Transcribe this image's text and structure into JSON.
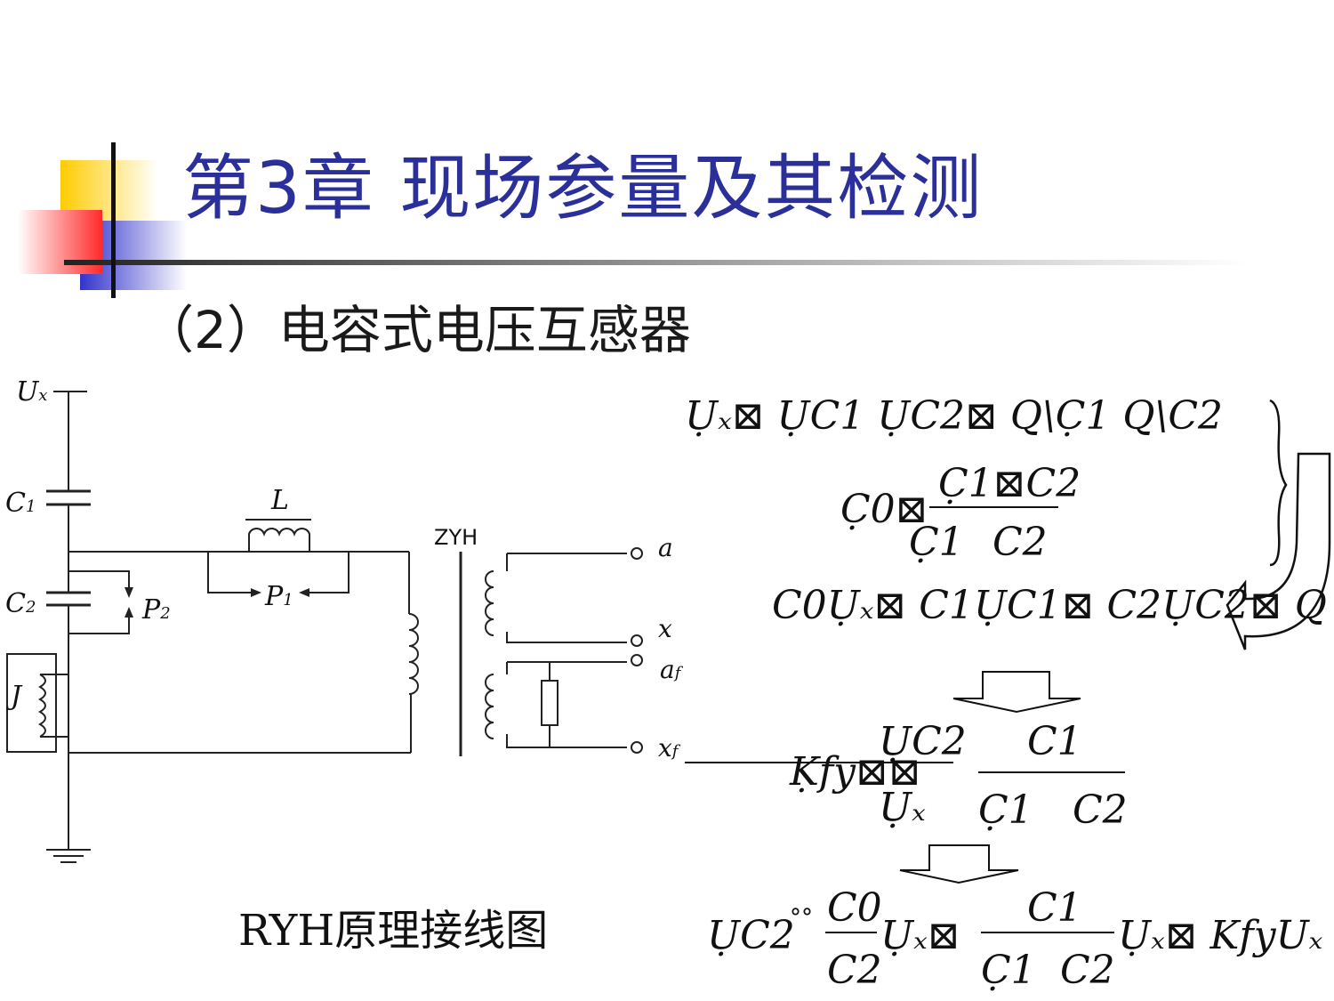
{
  "slide": {
    "title": "第3章  现场参量及其检测",
    "subtitle": "（2）电容式电压互感器",
    "caption": "RYH原理接线图",
    "accent_colors": {
      "yellow": "#ffcc00",
      "red": "#ff3333",
      "blue": "#3333cc",
      "title": "#2b2f9a"
    }
  },
  "circuit": {
    "ux": "U",
    "ux_sub": "x",
    "c1": "C",
    "c1_sub": "1",
    "c2": "C",
    "c2_sub": "2",
    "p2": "P",
    "p2_sub": "2",
    "p1": "P",
    "p1_sub": "1",
    "l": "L",
    "j": "J",
    "zyh": "ZYH",
    "t_a": "a",
    "t_x": "x",
    "t_af": "a",
    "t_af_sub": "f",
    "t_xf": "x",
    "t_xf_sub": "f"
  },
  "formulas": {
    "eq1": "Ụₓ⊠ ỤC1    ỤC2⊠ Q\\C̣1    Q\\C2",
    "eq2_lhs": "C̣0⊠",
    "eq2_num": "C̣1⊠C2",
    "eq2_den_a": "C̣1",
    "eq2_den_b": "C2",
    "eq3": "C0Ụₓ⊠  C1ỤC1⊠  C2ỤC2⊠  Q",
    "eq4_num1": "ỤC2",
    "eq4_lhs": "Ḳfy⊠⊠",
    "eq4_den1": "Ụₓ",
    "eq4_num2": "C1",
    "eq4_den2a": "C̣1",
    "eq4_den2b": "C2",
    "eq5_lhs": "ỤC2",
    "eq5_approx": "°°",
    "eq5_f1_num": "C0",
    "eq5_f1_den": "C2",
    "eq5_mid": "Ụₓ⊠",
    "eq5_f2_num": "C1",
    "eq5_f2_den_a": "C̣1",
    "eq5_f2_den_b": "C2",
    "eq5_rhs": "Ụₓ⊠  KfyUₓ"
  }
}
